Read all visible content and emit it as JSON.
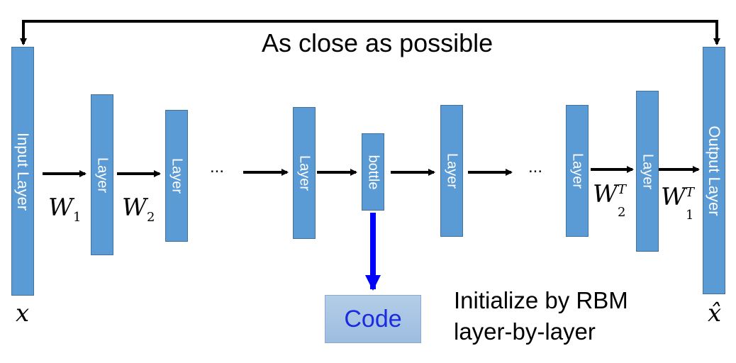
{
  "top_label": "As close as possible",
  "layers": {
    "input": "Input Layer",
    "l1": "Layer",
    "l2": "Layer",
    "l3": "Layer",
    "bottle": "bottle",
    "l5": "Layer",
    "l6": "Layer",
    "l7": "Layer",
    "output": "Output Layer"
  },
  "ellipsis": "...",
  "weights": {
    "w1": {
      "base": "W",
      "sub": "1",
      "sup": ""
    },
    "w2": {
      "base": "W",
      "sub": "2",
      "sup": ""
    },
    "w2t": {
      "base": "W",
      "sub": "2",
      "sup": "T"
    },
    "w1t": {
      "base": "W",
      "sub": "1",
      "sup": "T"
    }
  },
  "input_var": "x",
  "output_var": "x̂",
  "code_label": "Code",
  "note": {
    "line1": "Initialize by RBM",
    "line2": "layer-by-layer"
  },
  "colors": {
    "layer_fill": "#5b9bd5",
    "code_arrow": "#0000ff",
    "code_text": "#1a2be0"
  }
}
